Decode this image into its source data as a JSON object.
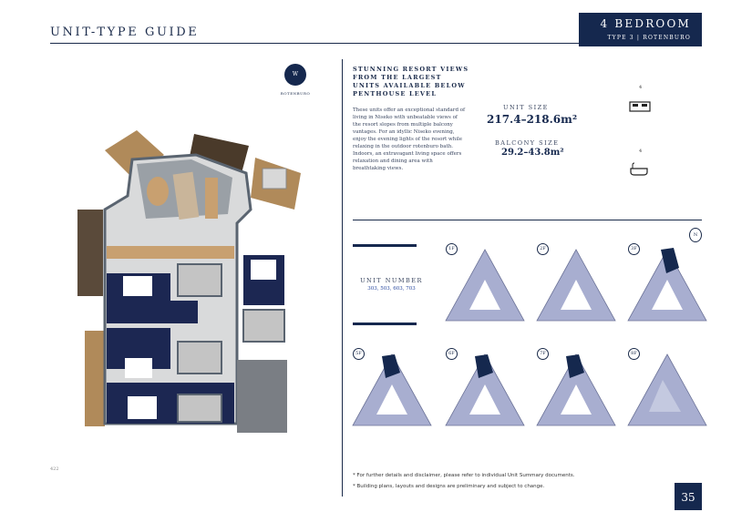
{
  "header": {
    "section_title": "UNIT-TYPE GUIDE",
    "unit_type_title": "4 BEDROOM",
    "unit_type_subtitle": "TYPE 3 | ROTENBURO"
  },
  "logo": {
    "mark": "W",
    "label": "ROTENBURO"
  },
  "intro": {
    "headline": "STUNNING RESORT VIEWS FROM THE LARGEST UNITS AVAILABLE BELOW PENTHOUSE LEVEL",
    "body": "These units offer an exceptional standard of living in Niseko with unbeatable views of the resort slopes from multiple balcony vantages. For an idyllic Niseko evening, enjoy the evening lights of the resort while relaxing in the outdoor rotenburo bath. Indoors, an extravagant living space offers relaxation and dining area with breathtaking views."
  },
  "specs": {
    "unit_size_label": "UNIT SIZE",
    "unit_size_value": "217.4–218.6m²",
    "balcony_size_label": "BALCONY SIZE",
    "balcony_size_value": "29.2–43.8m²",
    "bedrooms_count": "4",
    "bathrooms_count": "4",
    "bed_icon": "bed-icon",
    "bath_icon": "bathtub-icon"
  },
  "unit_number": {
    "label": "UNIT NUMBER",
    "numbers": "303, 503, 603, 703"
  },
  "floors": [
    "1F",
    "2F",
    "3F",
    "5F",
    "6F",
    "7F",
    "8F"
  ],
  "highlighted_floors": [
    "3F",
    "5F",
    "6F",
    "7F"
  ],
  "compass": "N",
  "footnotes": [
    "* For further details and disclaimer, please refer to individual Unit Summary documents.",
    "* Building plans, layouts and designs are preliminary and subject to change."
  ],
  "page_number": "35",
  "small_page_ref": "422",
  "colors": {
    "navy": "#15284e",
    "building_fill": "#a8aed0",
    "highlight_fill": "#15284e",
    "floorplan_wall": "#5a6470",
    "floorplan_floor": "#d8d8d8",
    "wood": "#b08a5a",
    "carpet": "#1c2752"
  }
}
